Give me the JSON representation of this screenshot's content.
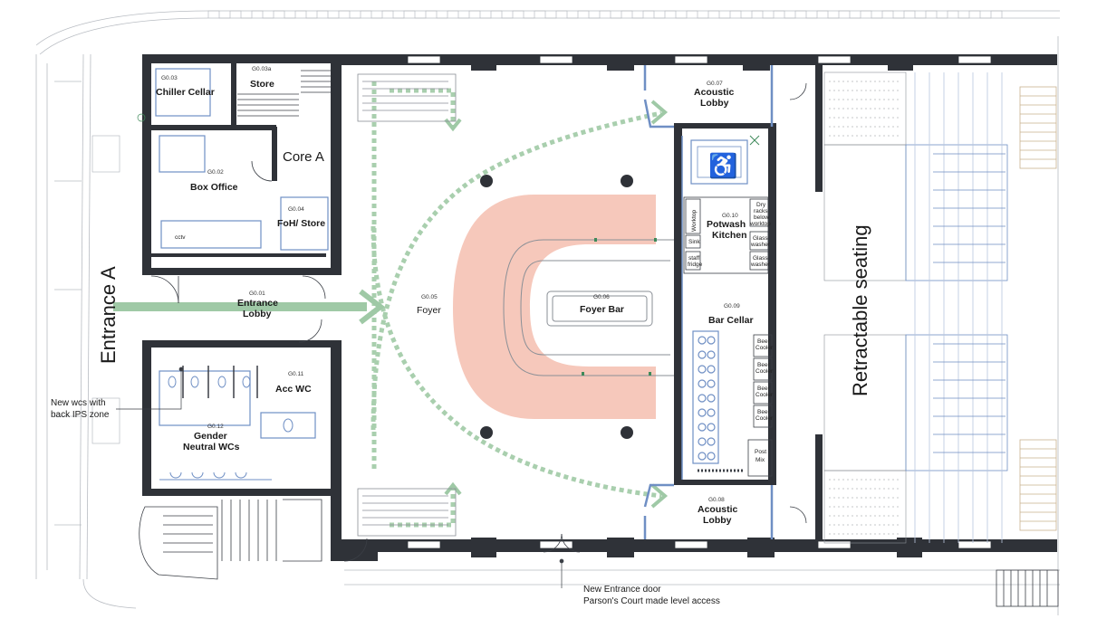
{
  "plan": {
    "rooms": {
      "chiller_cellar": {
        "code": "G0.03",
        "name": "Chiller Cellar"
      },
      "store": {
        "code": "G0.03a",
        "name": "Store"
      },
      "box_office": {
        "code": "G0.02",
        "name": "Box Office"
      },
      "foh_store": {
        "code": "G0.04",
        "name": "FoH/ Store"
      },
      "entrance_lobby": {
        "code": "G0.01",
        "name_line1": "Entrance",
        "name_line2": "Lobby"
      },
      "acc_wc": {
        "code": "G0.11",
        "name": "Acc WC"
      },
      "gender_neutral": {
        "code": "G0.12",
        "name_line1": "Gender",
        "name_line2": "Neutral WCs"
      },
      "foyer": {
        "code": "G0.05",
        "name": "Foyer"
      },
      "foyer_bar": {
        "code": "G0.06",
        "name": "Foyer Bar"
      },
      "acoustic_lobby_top": {
        "code": "G0.07",
        "name_line1": "Acoustic",
        "name_line2": "Lobby"
      },
      "acoustic_lobby_bottom": {
        "code": "G0.08",
        "name_line1": "Acoustic",
        "name_line2": "Lobby"
      },
      "potwash": {
        "code": "G0.10",
        "name_line1": "Potwash",
        "name_line2": "Kitchen"
      },
      "bar_cellar": {
        "code": "G0.09",
        "name": "Bar Cellar"
      }
    },
    "core_label": "Core A",
    "entrance_label": "Entrance A",
    "seating_label": "Retractable seating",
    "fixtures": {
      "worktop": "Worktop",
      "dry_racks": [
        "Dry",
        "racks",
        "below",
        "worktop"
      ],
      "sink": "Sink",
      "staff_fridge": [
        "staff",
        "fridge"
      ],
      "glass_washer": [
        "Glass",
        "washer"
      ],
      "beer_cooler": [
        "Beer",
        "Cooler"
      ],
      "post_mix": [
        "Post",
        "Mix"
      ],
      "cctv": "cctv"
    },
    "notes": {
      "wcs_line1": "New wcs with",
      "wcs_line2": "back IPS zone",
      "door_line1": "New Entrance door",
      "door_line2": "Parson's Court made level access"
    }
  },
  "colors": {
    "wall": "#2f3238",
    "fixture_blue": "#6f8fc4",
    "route_green": "#a9cfae",
    "arrow_green": "#9fc9a6",
    "stage_pink": "#f6c8bb",
    "line_grey": "#8a8f96"
  }
}
